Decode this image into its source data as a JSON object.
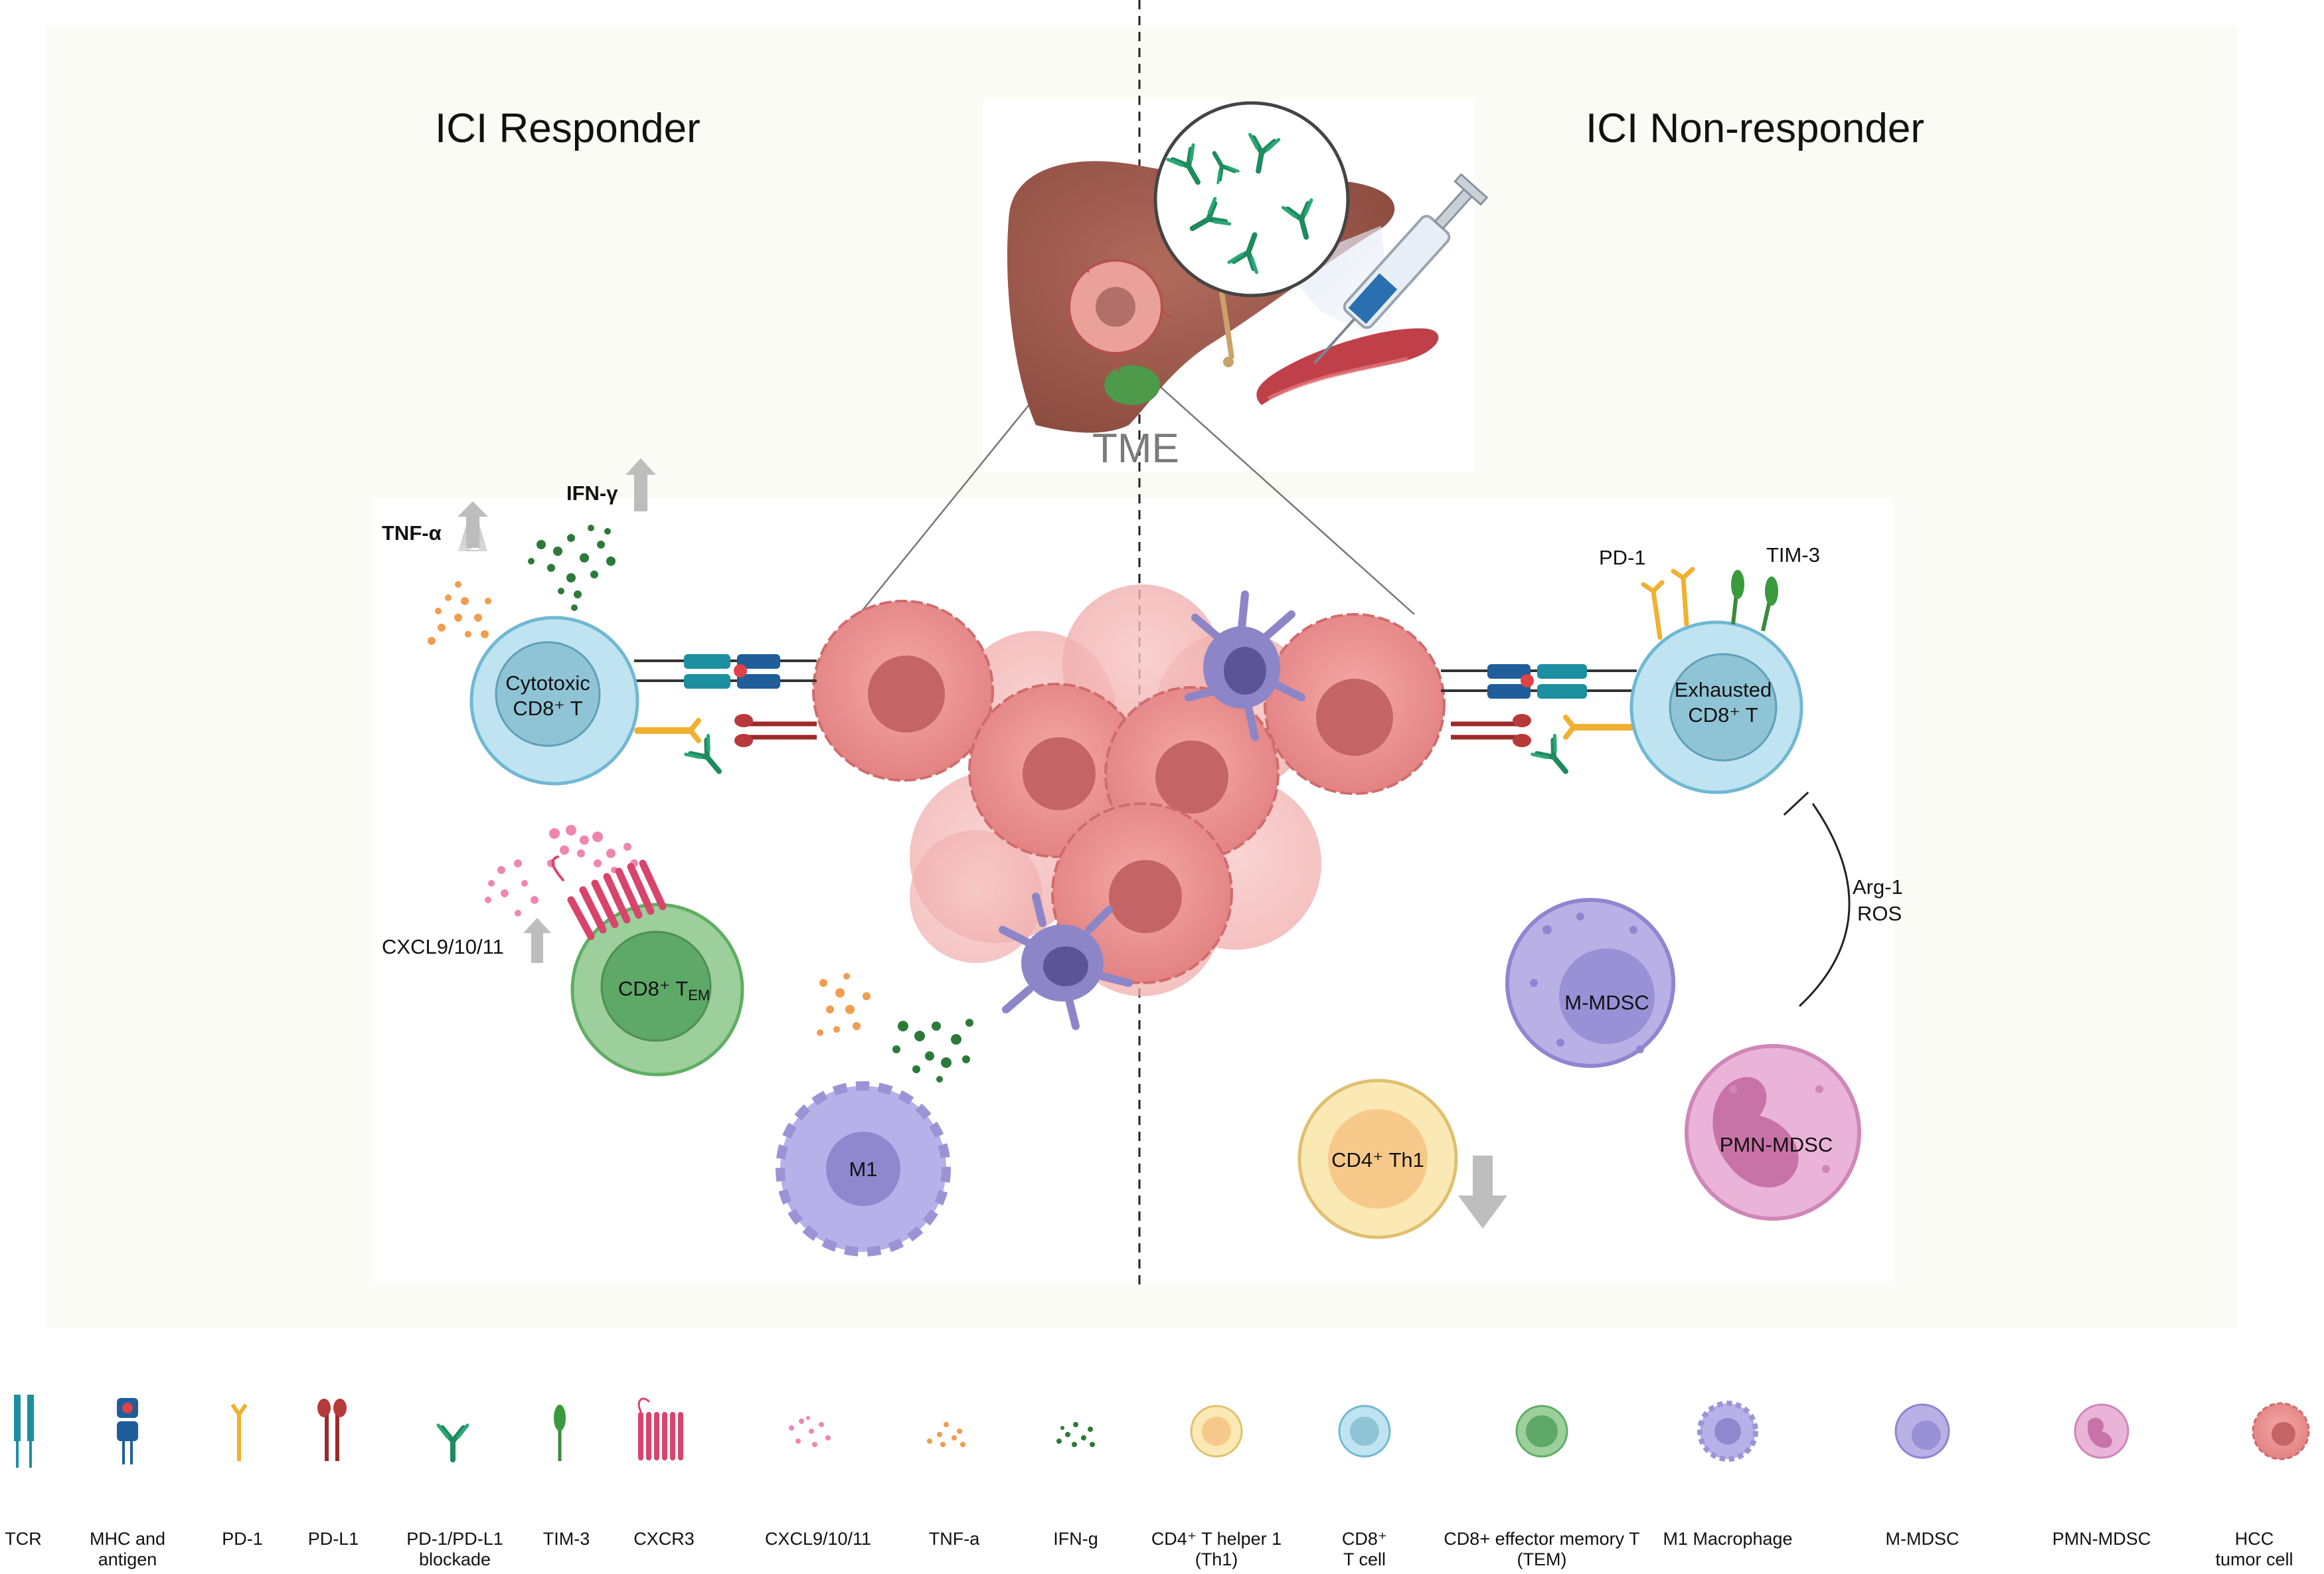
{
  "headings": {
    "responder": "ICI Responder",
    "non_responder": "ICI Non-responder",
    "tme": "TME"
  },
  "left_panel": {
    "tnf": "TNF-α",
    "ifn": "IFN-γ",
    "cytotoxic_line1": "Cytotoxic",
    "cytotoxic_line2": "CD8⁺ T",
    "cxcl": "CXCL9/10/11",
    "tem_main": "CD8⁺ T",
    "tem_sub": "EM",
    "m1": "M1"
  },
  "right_panel": {
    "pd1": "PD-1",
    "tim3": "TIM-3",
    "exhausted_line1": "Exhausted",
    "exhausted_line2": "CD8⁺ T",
    "arg1": "Arg-1",
    "ros": "ROS",
    "m_mdsc": "M-MDSC",
    "pmn_mdsc": "PMN-MDSC",
    "th1": "CD4⁺ Th1"
  },
  "legend": [
    {
      "icon": "tcr-icon",
      "line1": "TCR",
      "line2": ""
    },
    {
      "icon": "mhc-antigen-icon",
      "line1": "MHC and",
      "line2": "antigen"
    },
    {
      "icon": "pd1-icon",
      "line1": "PD-1",
      "line2": ""
    },
    {
      "icon": "pdl1-icon",
      "line1": "PD-L1",
      "line2": ""
    },
    {
      "icon": "antibody-icon",
      "line1": "PD-1/PD-L1",
      "line2": "blockade"
    },
    {
      "icon": "tim3-icon",
      "line1": "TIM-3",
      "line2": ""
    },
    {
      "icon": "cxcr3-icon",
      "line1": "CXCR3",
      "line2": ""
    },
    {
      "icon": "cxcl-dots-icon",
      "line1": "CXCL9/10/11",
      "line2": ""
    },
    {
      "icon": "tnf-dots-icon",
      "line1": "TNF-a",
      "line2": ""
    },
    {
      "icon": "ifn-dots-icon",
      "line1": "IFN-g",
      "line2": ""
    },
    {
      "icon": "cd4-th1-cell-icon",
      "line1": "CD4⁺ T helper 1",
      "line2": "(Th1)"
    },
    {
      "icon": "cd8-t-cell-icon",
      "line1": "CD8⁺",
      "line2": "T cell"
    },
    {
      "icon": "cd8-tem-cell-icon",
      "line1": "CD8+ effector memory T",
      "line2": "(TEM)"
    },
    {
      "icon": "m1-macrophage-icon",
      "line1": "M1 Macrophage",
      "line2": ""
    },
    {
      "icon": "m-mdsc-icon",
      "line1": "M-MDSC",
      "line2": ""
    },
    {
      "icon": "pmn-mdsc-icon",
      "line1": "PMN-MDSC",
      "line2": ""
    },
    {
      "icon": "hcc-tumor-cell-icon",
      "line1": "HCC",
      "line2": "tumor cell"
    }
  ],
  "colors": {
    "tumor": "#e98b8b",
    "tumor_nucleus": "#c96a6c",
    "cd8_cell": "#bfe3f0",
    "tem_cell": "#9ccf9c",
    "th1_cell": "#fbe9b5",
    "m_mdsc": "#b9b0e6",
    "pmn_mdsc": "#eab4d8",
    "macrophage": "#b6b1e8",
    "dendritic": "#8c86c8",
    "liver": "#a35d4f",
    "antibody": "#1e8a5e",
    "pd1": "#f0b030",
    "pdl1": "#9c2a2a",
    "tcr": "#1c8fa0",
    "mhc": "#1f5e9a",
    "cxcr3": "#d8456a",
    "tnf_dots": "#f19c4e",
    "ifn_dots": "#2c7a38",
    "cxcl_dots": "#ee86b0"
  }
}
